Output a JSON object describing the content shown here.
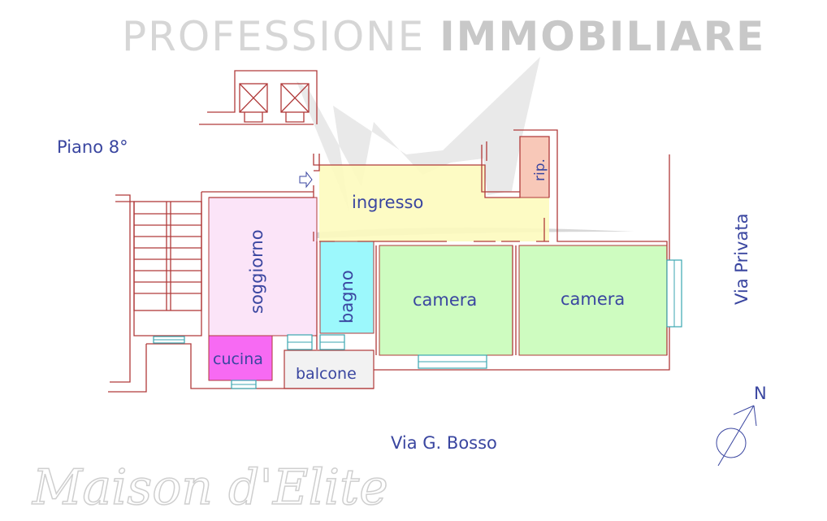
{
  "plan": {
    "floor_label": "Piano 8°",
    "street_bottom": "Via G. Bosso",
    "street_right": "Via Privata",
    "north_label": "N"
  },
  "rooms": {
    "ingresso": "ingresso",
    "soggiorno": "soggiorno",
    "bagno": "bagno",
    "camera_1": "camera",
    "camera_2": "camera",
    "cucina": "cucina",
    "balcone": "balcone",
    "ripostiglio": "rip."
  },
  "colors": {
    "ingresso": "#fdfbbe",
    "soggiorno": "#fbe4f8",
    "bagno": "#9cf8fc",
    "camera": "#cefcc0",
    "cucina": "#f76af3",
    "balcone": "#f2f2f2",
    "ripostiglio": "#f8c8b8",
    "wall": "#b03a3a",
    "label": "#3a46a0"
  },
  "watermark": {
    "part1": "PROFESSIONE ",
    "part2": "IMMOBILIARE",
    "script": "Maison d'Elite"
  }
}
